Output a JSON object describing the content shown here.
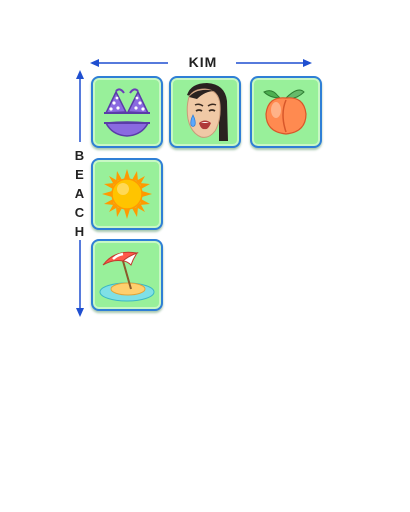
{
  "axes": {
    "horizontal_label": "KIM",
    "vertical_letters": [
      "B",
      "E",
      "A",
      "C",
      "H"
    ],
    "arrow_color": "#1f4fd0"
  },
  "grid": {
    "cell_color": "#98f09a",
    "border_color": "#2f7fd6",
    "tiles": [
      {
        "row": 0,
        "col": 0,
        "icon": "bikini-icon"
      },
      {
        "row": 0,
        "col": 1,
        "icon": "crying-face-icon"
      },
      {
        "row": 0,
        "col": 2,
        "icon": "peach-icon"
      },
      {
        "row": 1,
        "col": 0,
        "icon": "sun-icon"
      },
      {
        "row": 2,
        "col": 0,
        "icon": "beach-umbrella-island-icon"
      }
    ]
  }
}
